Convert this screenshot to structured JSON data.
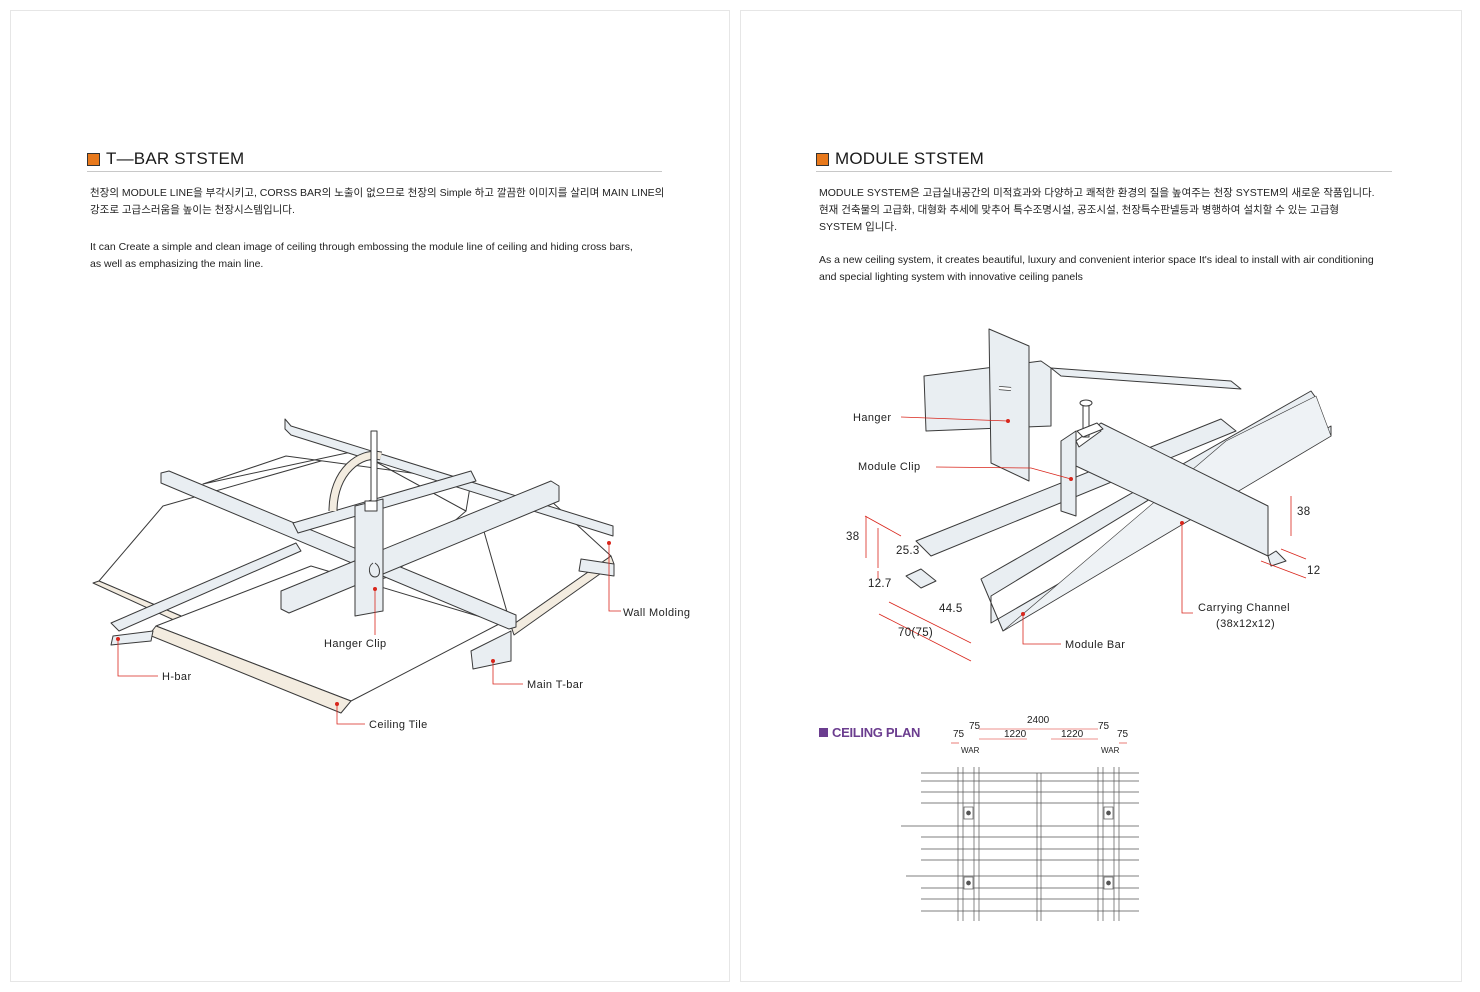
{
  "left": {
    "title": "T—BAR STSTEM",
    "korean_lines": [
      "천장의 MODULE LINE을 부각시키고, CORSS BAR의 노출이 없으므로 천장의 Simple 하고 깔끔한 이미지를 살리며 MAIN LINE의",
      "강조로 고급스러움을 높이는 천장시스템입니다."
    ],
    "english_lines": [
      "It can Create a simple and clean image of ceiling through embossing the module line of ceiling and hiding cross bars,",
      "as well as emphasizing the main line."
    ],
    "diagram_labels": {
      "wall_molding": "Wall  Molding",
      "hanger_clip": "Hanger Clip",
      "h_bar": "H-bar",
      "main_t_bar": "Main T-bar",
      "ceiling_tile": "Ceiling Tile"
    }
  },
  "right": {
    "title": "MODULE STSTEM",
    "korean_lines": [
      "MODULE SYSTEM은 고급실내공간의 미적효과와 다양하고 쾌적한 환경의 질을 높여주는 천장 SYSTEM의 새로운 작품입니다.",
      "현재 건축물의 고급화, 대형화 추세에 맞추어 특수조명시설, 공조시설, 천장특수판넬등과 병행하여 설치할 수 있는 고급형",
      "SYSTEM 입니다."
    ],
    "english_lines": [
      "As a new ceiling system, it creates beautiful, luxury and convenient interior space It's ideal to install with air conditioning",
      "and special lighting system with innovative ceiling panels"
    ],
    "diagram_labels": {
      "hanger": "Hanger",
      "module_clip": "Module Clip",
      "carrying_channel": "Carrying Channel",
      "carrying_channel_size": "(38x12x12)",
      "module_bar": "Module Bar"
    },
    "dimensions": {
      "d38_left": "38",
      "d25_3": "25.3",
      "d12_7": "12.7",
      "d44_5": "44.5",
      "d70_75": "70(75)",
      "d38_right": "38",
      "d12_right": "12"
    },
    "ceiling_plan": {
      "title": "CEILING PLAN",
      "dims": {
        "total": "2400",
        "left_75_top": "75",
        "left_75": "75",
        "span1": "1220",
        "span2": "1220",
        "right_75_top": "75",
        "right_75": "75",
        "war_left": "WAR",
        "war_right": "WAR"
      }
    }
  },
  "colors": {
    "accent_orange": "#e8791c",
    "plan_purple": "#6b3d8f",
    "leader_red": "#d9261c",
    "metal_fill": "#e9eef2",
    "tile_fill": "#f3ece0"
  }
}
